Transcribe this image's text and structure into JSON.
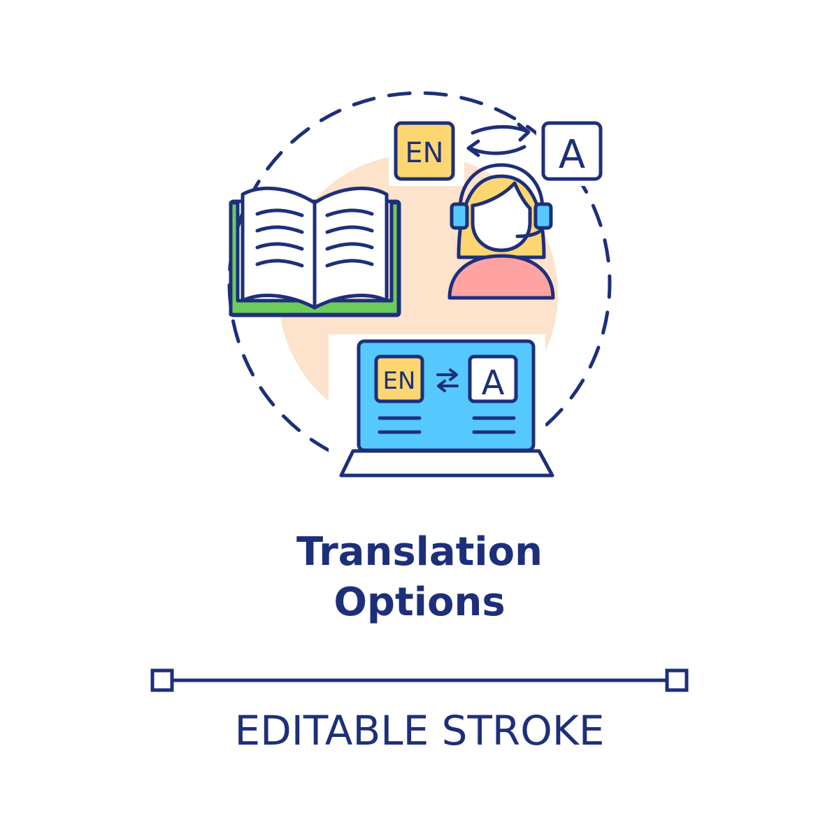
{
  "colors": {
    "outline": "#1e2f7a",
    "blob": "#fde3cb",
    "book_cover": "#6bcb5b",
    "badge_yellow": "#fcd670",
    "laptop_screen": "#55c9fe",
    "headset": "#55c9fe",
    "hair": "#fcd670",
    "shirt": "#fea3a1",
    "white": "#ffffff"
  },
  "icon": {
    "top_badge_en": "EN",
    "top_badge_a": "A",
    "screen_badge_en": "EN",
    "screen_badge_a": "A",
    "icons": [
      "open-book-icon",
      "operator-headset-icon",
      "laptop-icon",
      "swap-arrows-icon",
      "exchange-arrows-icon"
    ]
  },
  "title": {
    "line1": "Translation",
    "line2": "Options"
  },
  "caption": "EDITABLE STROKE"
}
